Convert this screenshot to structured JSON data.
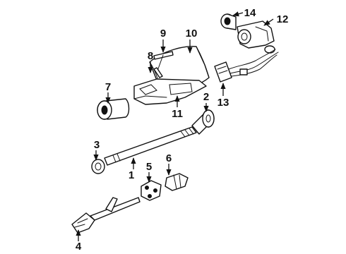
{
  "diagram": {
    "callouts": [
      {
        "id": "p1",
        "label": "1"
      },
      {
        "id": "p2",
        "label": "2"
      },
      {
        "id": "p3",
        "label": "3"
      },
      {
        "id": "p4",
        "label": "4"
      },
      {
        "id": "p5",
        "label": "5"
      },
      {
        "id": "p6",
        "label": "6"
      },
      {
        "id": "p7",
        "label": "7"
      },
      {
        "id": "p8",
        "label": "8"
      },
      {
        "id": "p9",
        "label": "9"
      },
      {
        "id": "p10",
        "label": "10"
      },
      {
        "id": "p11",
        "label": "11"
      },
      {
        "id": "p12",
        "label": "12"
      },
      {
        "id": "p13",
        "label": "13"
      },
      {
        "id": "p14",
        "label": "14"
      }
    ]
  }
}
